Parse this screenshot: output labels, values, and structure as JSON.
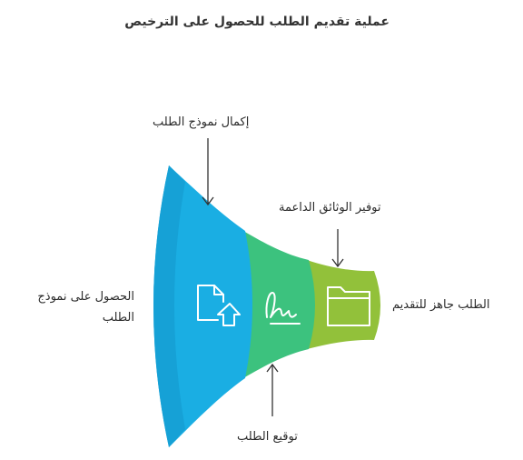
{
  "title": "عملية تقديم الطلب للحصول على الترخيص",
  "labels": {
    "start_line1": "الحصول على نموذج",
    "start_line2": "الطلب",
    "complete_form": "إكمال نموذج الطلب",
    "supporting_docs": "توفير الوثائق الداعمة",
    "sign_application": "توقيع الطلب",
    "ready": "الطلب جاهز للتقديم"
  },
  "stages": [
    {
      "label": "إكمال نموذج الطلب",
      "icon": "document-upload-icon",
      "color": "#1aaee3"
    },
    {
      "label": "توقيع الطلب",
      "icon": "signature-icon",
      "color": "#3cc27e"
    },
    {
      "label": "توفير الوثائق الداعمة",
      "icon": "folder-icon",
      "color": "#92c13a"
    }
  ]
}
